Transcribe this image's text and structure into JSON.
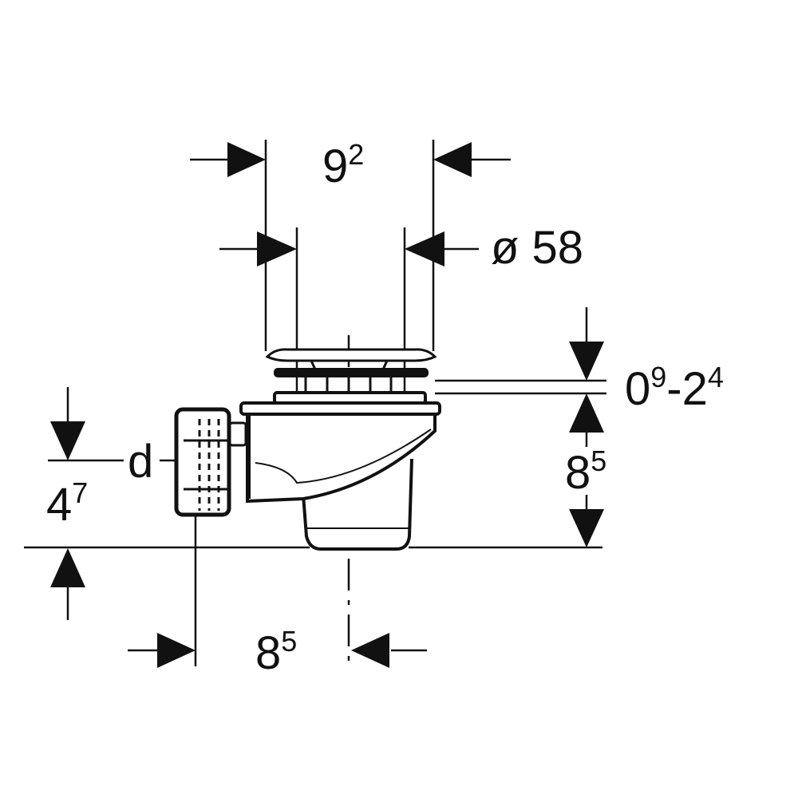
{
  "colors": {
    "line": "#111111",
    "background": "#ffffff"
  },
  "dimensions": {
    "outer_width": {
      "base": "9",
      "sup": "2"
    },
    "inner_diameter": {
      "text": "ø 58"
    },
    "cover_height": {
      "a_base": "0",
      "a_sup": "9",
      "sep": "-",
      "b_base": "2",
      "b_sup": "4"
    },
    "body_height": {
      "base": "8",
      "sup": "5"
    },
    "outlet_height": {
      "base": "4",
      "sup": "7"
    },
    "outlet_label": {
      "text": "d"
    },
    "outlet_offset": {
      "base": "8",
      "sup": "5"
    }
  }
}
